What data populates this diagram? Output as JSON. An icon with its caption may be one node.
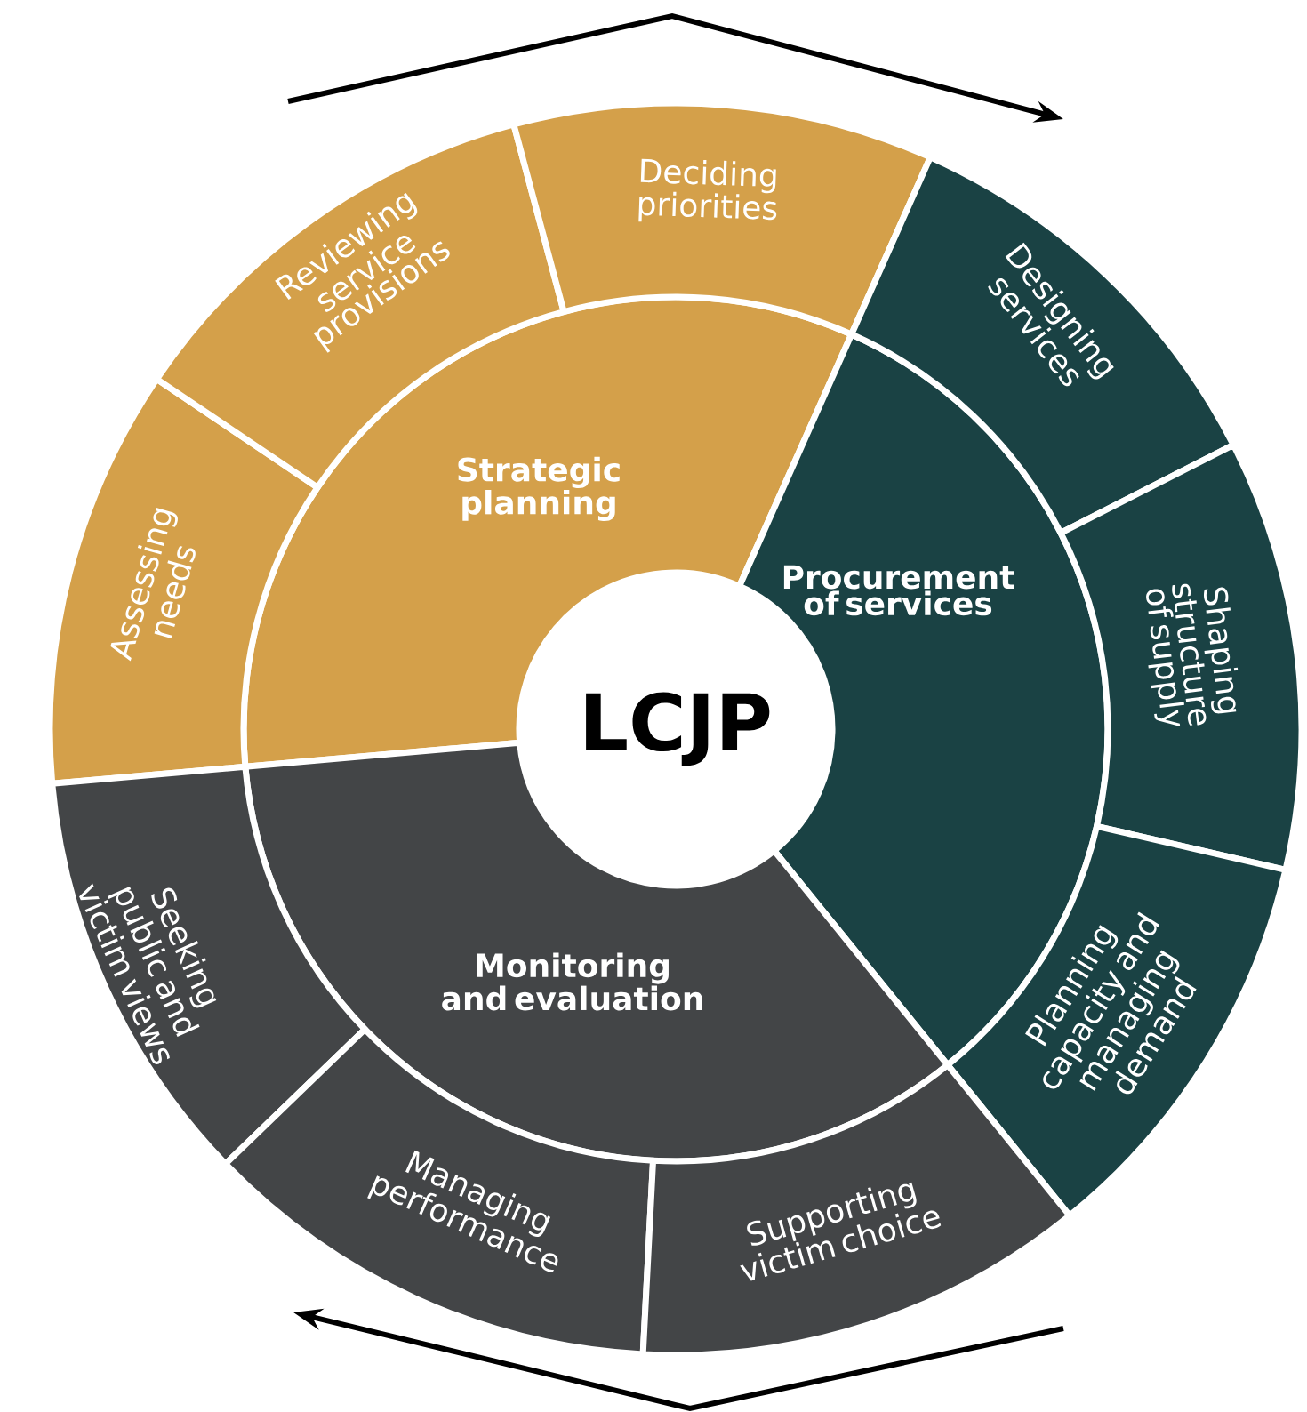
{
  "diagram": {
    "nodes": [
      {
        "text": [
          "Strategic planning"
        ]
      },
      {
        "text": [
          "Procurement of services"
        ]
      },
      {
        "text": [
          "Monitoring and evaluation"
        ]
      },
      {
        "text": [
          "LCJP"
        ]
      },
      {
        "text": [
          "Assessing needs"
        ]
      },
      {
        "text": [
          "Reviewing service provisions"
        ]
      },
      {
        "text": [
          "Deciding priorities"
        ]
      },
      {
        "text": [
          "Designing services"
        ]
      },
      {
        "text": [
          "Shaping structure of supply"
        ]
      },
      {
        "text": [
          "Planning capacity and managing demand"
        ]
      },
      {
        "text": [
          "Seeking public and victim views"
        ]
      },
      {
        "text": [
          "Managing performance"
        ]
      },
      {
        "text": [
          "Supporting victim choice"
        ]
      }
    ]
  }
}
